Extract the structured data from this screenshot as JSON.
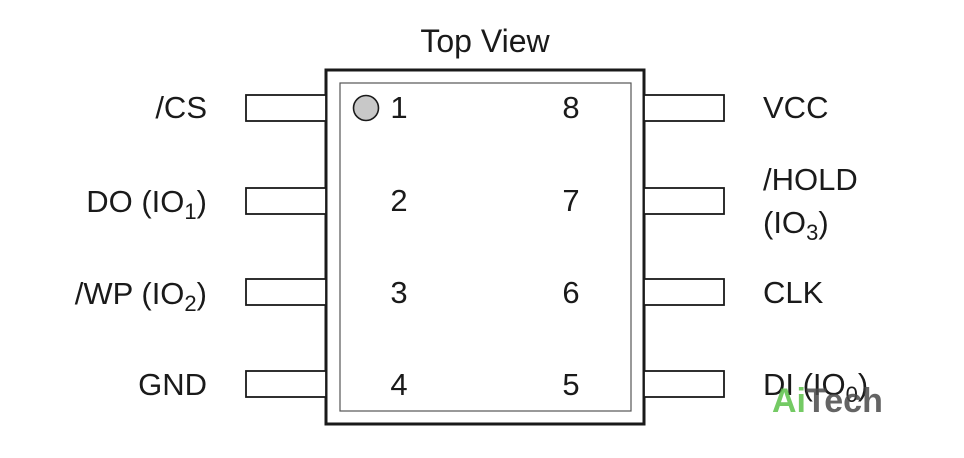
{
  "title": "Top View",
  "left_pins": [
    {
      "number": "1",
      "label": "/CS",
      "sub": "",
      "tail": ""
    },
    {
      "number": "2",
      "label": "DO (IO",
      "sub": "1",
      "tail": ")"
    },
    {
      "number": "3",
      "label": "/WP (IO",
      "sub": "2",
      "tail": ")"
    },
    {
      "number": "4",
      "label": "GND",
      "sub": "",
      "tail": ""
    }
  ],
  "right_pins": [
    {
      "number": "8",
      "label": "VCC",
      "line2": "",
      "sub": "",
      "tail": ""
    },
    {
      "number": "7",
      "label": "/HOLD",
      "line2": "(IO",
      "sub": "3",
      "tail": ")"
    },
    {
      "number": "6",
      "label": "CLK",
      "line2": "",
      "sub": "",
      "tail": ""
    },
    {
      "number": "5",
      "label": "DI (IO",
      "line2": "",
      "sub": "0",
      "tail": ")"
    }
  ],
  "watermark": {
    "part1": "Ai",
    "part2": "Tech"
  },
  "colors": {
    "line": "#1a1a1a",
    "pin1_dot": "#c8c8c8",
    "watermark_green": "#5cc14a",
    "watermark_dark": "#4a4a4a"
  }
}
